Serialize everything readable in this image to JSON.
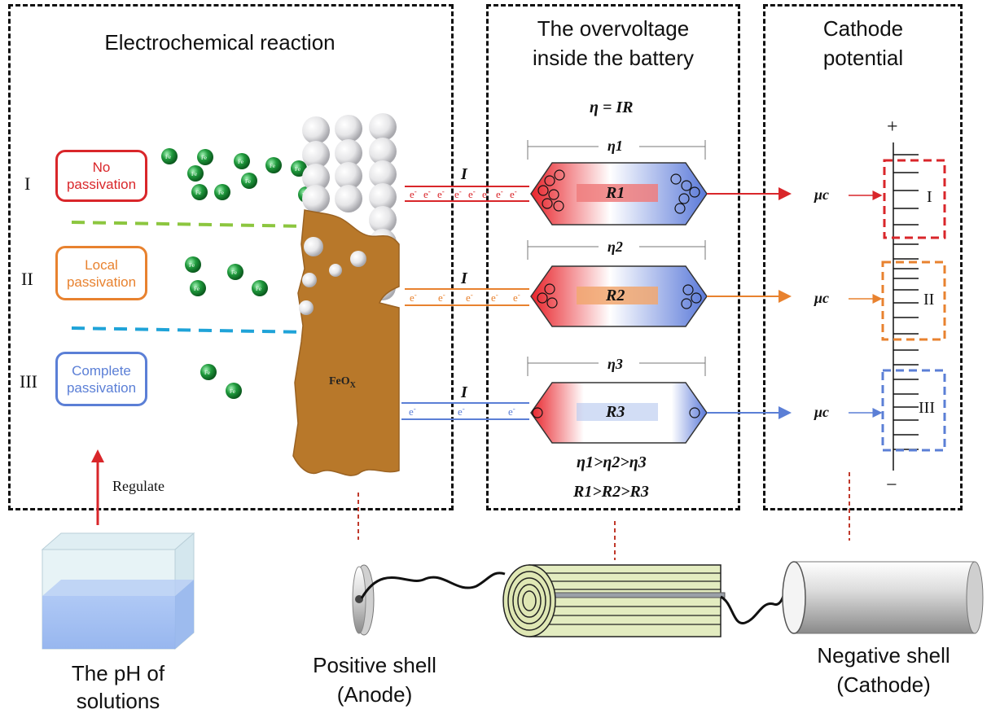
{
  "panels": {
    "reaction_title": "Electrochemical reaction",
    "overvoltage_title_line1": "The overvoltage",
    "overvoltage_title_line2": "inside the battery",
    "cathode_title_line1": "Cathode",
    "cathode_title_line2": "potential"
  },
  "states": [
    {
      "roman": "I",
      "label_line1": "No",
      "label_line2": "passivation",
      "color": "#d9262a",
      "resistor": "R1",
      "eta": "η1",
      "mu": "μc"
    },
    {
      "roman": "II",
      "label_line1": "Local",
      "label_line2": "passivation",
      "color": "#e8822f",
      "resistor": "R2",
      "eta": "η2",
      "mu": "μc"
    },
    {
      "roman": "III",
      "label_line1": "Complete",
      "label_line2": "passivation",
      "color": "#5b7fd6",
      "resistor": "R3",
      "eta": "η3",
      "mu": "μc"
    }
  ],
  "formula": "η = IR",
  "current_symbol": "I",
  "electron": "e",
  "ion_label": "Fe",
  "oxide_label": "FeO",
  "oxide_sub": "X",
  "relation_eta": "η1>η2>η3",
  "relation_r": "R1>R2>R3",
  "scale_plus": "+",
  "scale_minus": "−",
  "regulate": "Regulate",
  "ph_line1": "The pH of",
  "ph_line2": "solutions",
  "anode_line1": "Positive shell",
  "anode_line2": "(Anode)",
  "cathode_line1": "Negative shell",
  "cathode_line2": "(Cathode)",
  "colors": {
    "red": "#d9262a",
    "orange": "#e8822f",
    "blue": "#5b7fd6",
    "green_dash": "#8cc63f",
    "cyan_dash": "#1fa3d8",
    "oxide": "#b8782a",
    "ion": "#1f9a3c"
  }
}
